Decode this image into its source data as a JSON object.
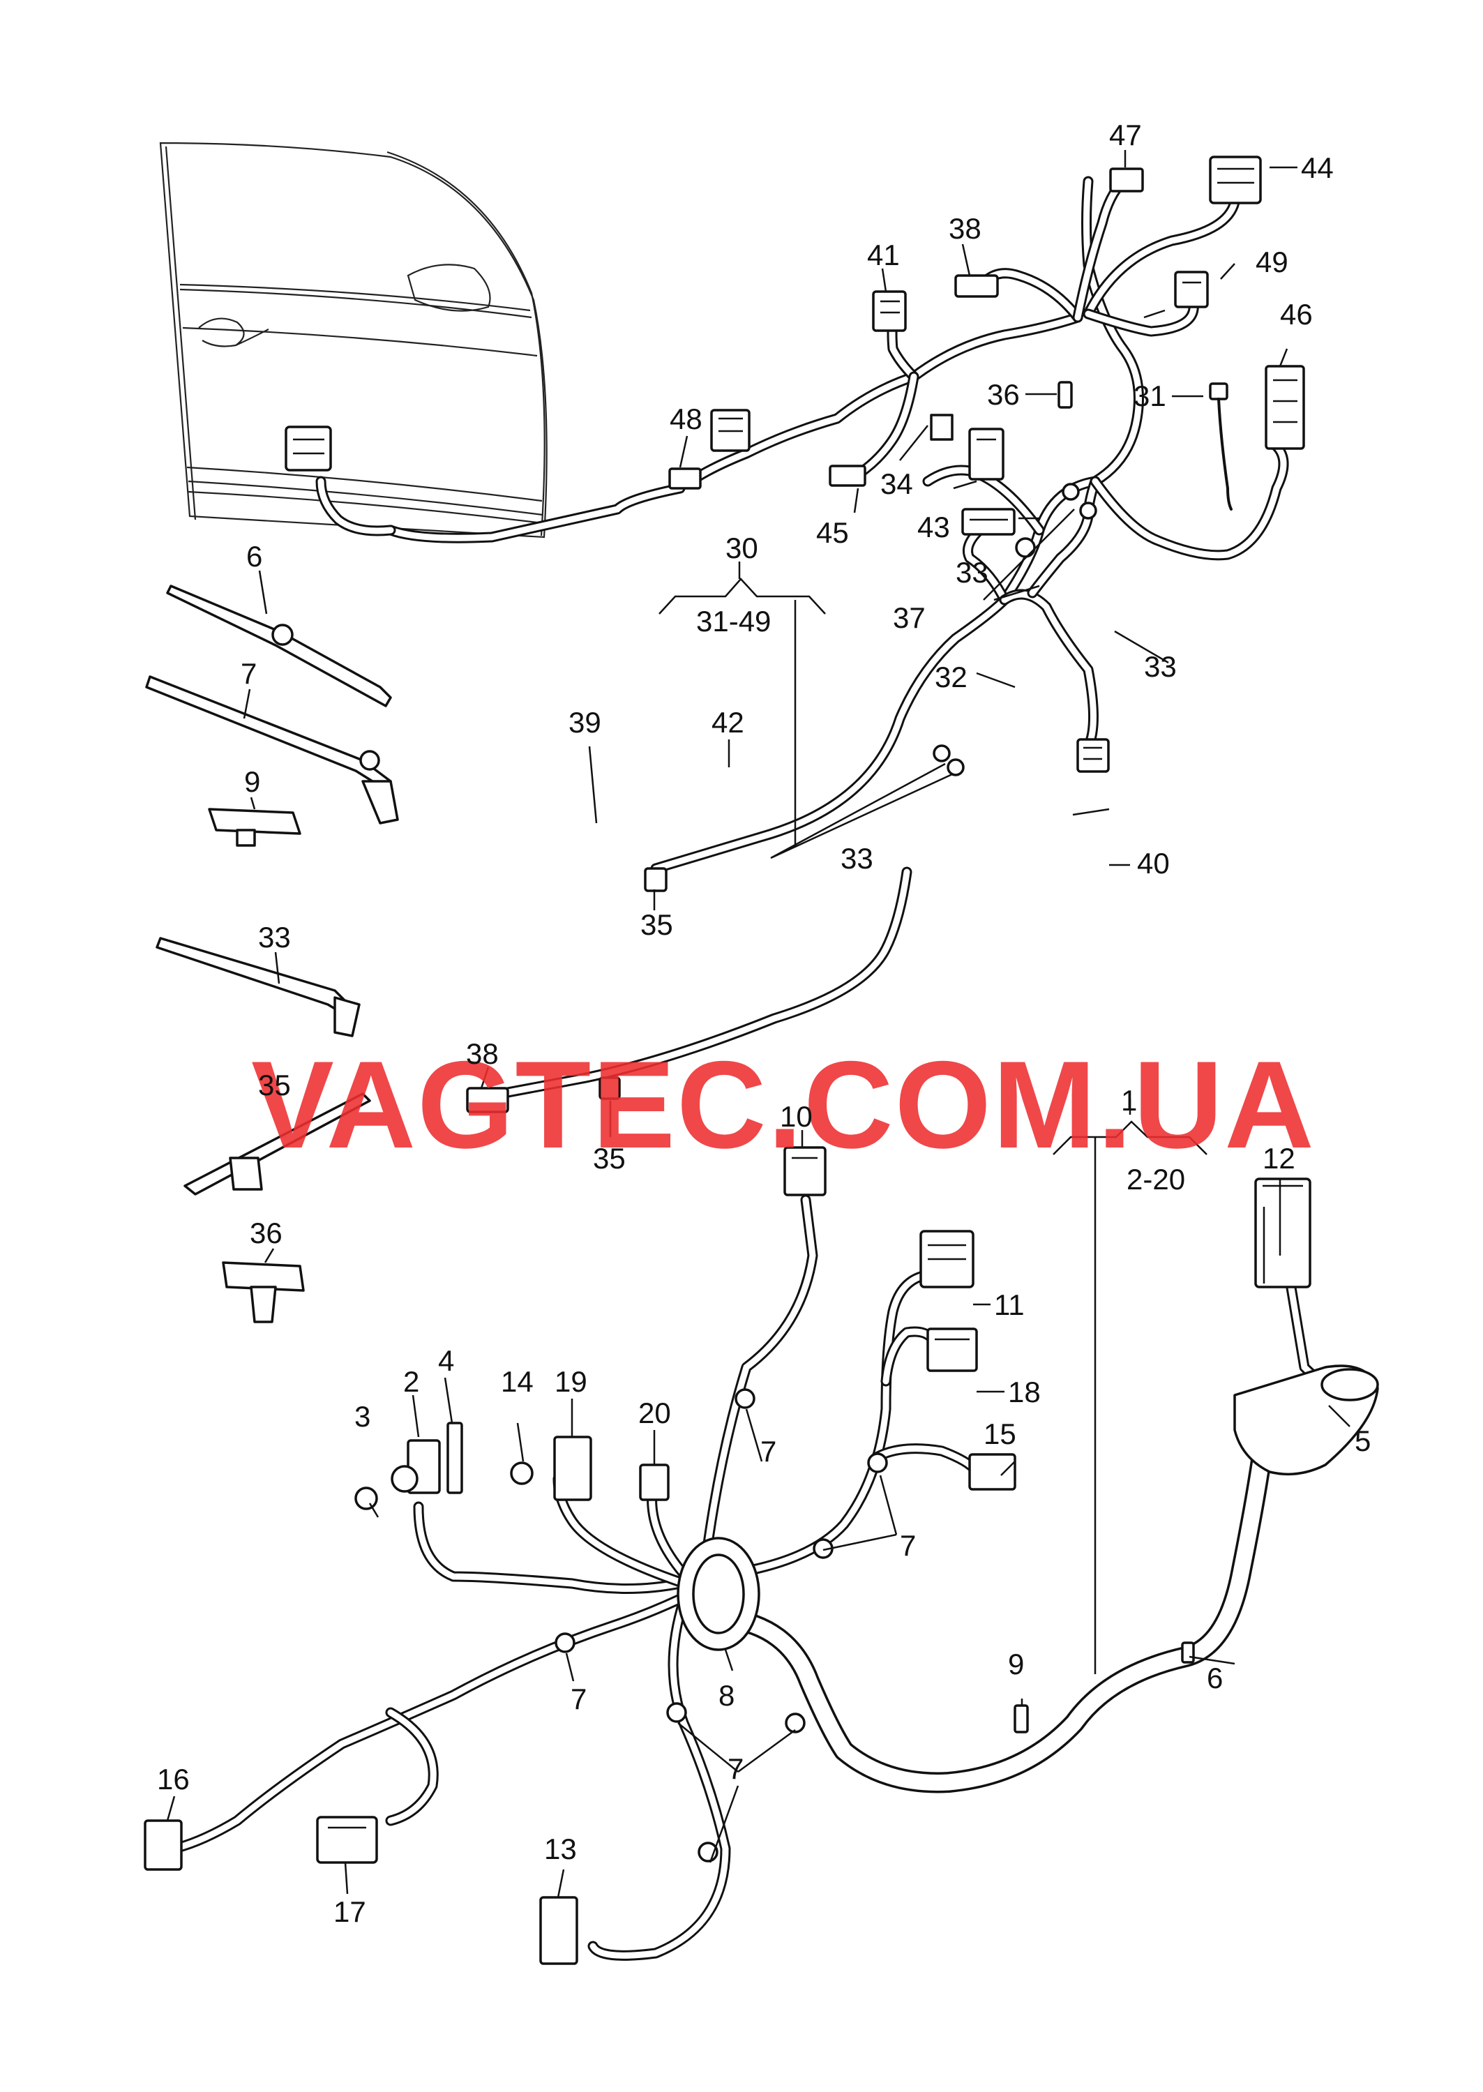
{
  "watermark": "VAGTEC.COM.UA",
  "callouts": {
    "c1": "1",
    "c2": "2",
    "c3": "3",
    "c4": "4",
    "c5": "5",
    "c6a": "6",
    "c6b": "6",
    "c7a": "7",
    "c7b": "7",
    "c7c": "7",
    "c7d": "7",
    "c7e": "7",
    "c8": "8",
    "c9a": "9",
    "c9b": "9",
    "c10": "10",
    "c11": "11",
    "c12": "12",
    "c13": "13",
    "c14": "14",
    "c15": "15",
    "c16": "16",
    "c17": "17",
    "c18": "18",
    "c19": "19",
    "c20": "20",
    "c30": "30",
    "c31": "31",
    "c32": "32",
    "c33a": "33",
    "c33b": "33",
    "c33c": "33",
    "c33d": "33",
    "c34": "34",
    "c35a": "35",
    "c35b": "35",
    "c35c": "35",
    "c36a": "36",
    "c36b": "36",
    "c37": "37",
    "c38a": "38",
    "c38b": "38",
    "c39": "39",
    "c40": "40",
    "c41": "41",
    "c42": "42",
    "c43": "43",
    "c44": "44",
    "c45": "45",
    "c46": "46",
    "c47": "47",
    "c48": "48",
    "c49": "49"
  },
  "ranges": {
    "r_2_20": "2-20",
    "r_31_49": "31-49"
  },
  "colors": {
    "watermark": "#ee2e30",
    "ink": "#111111"
  }
}
